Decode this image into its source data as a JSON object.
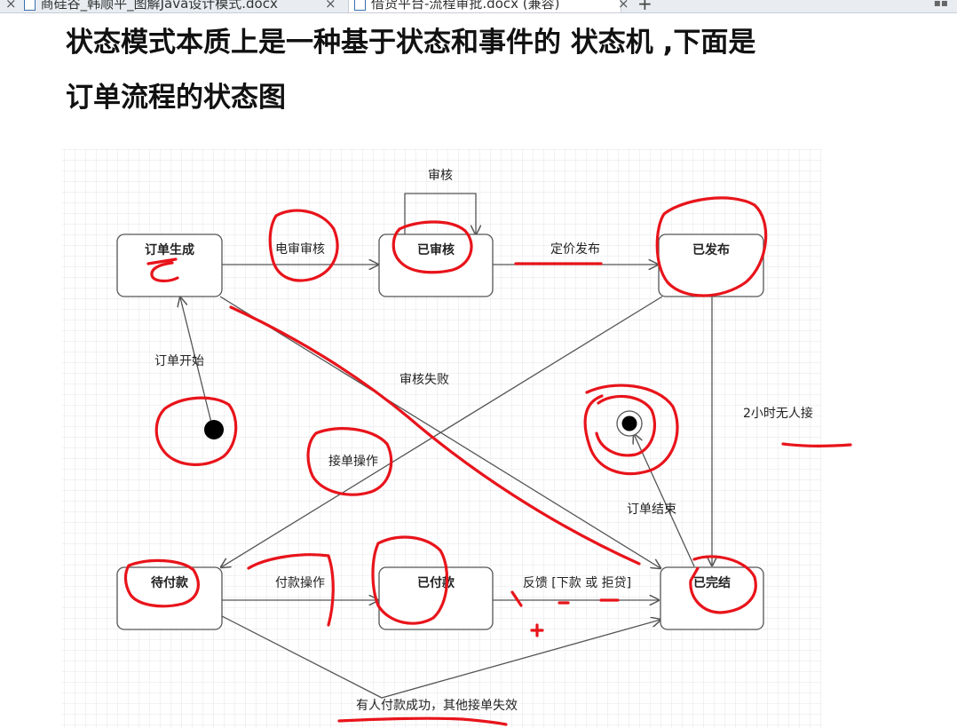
{
  "tabs": [
    {
      "label": "商硅谷_韩顺平_图解Java设计模式.docx",
      "active": false
    },
    {
      "label": "借货平台-流程审批.docx (兼容)",
      "active": true
    }
  ],
  "heading": {
    "line1": "状态模式本质上是一种基于状态和事件的 状态机 ,下面是",
    "line2": "订单流程的状态图"
  },
  "diagram": {
    "states": {
      "order_created": "订单生成",
      "reviewed": "已审核",
      "published": "已发布",
      "pending_payment": "待付款",
      "paid": "已付款",
      "completed": "已完结"
    },
    "transitions": {
      "review_self": "审核",
      "ecommerce_review": "电审审核",
      "pricing_publish": "定价发布",
      "order_start": "订单开始",
      "review_fail": "审核失败",
      "take_order": "接单操作",
      "no_taker_2h": "2小时无人接",
      "order_end": "订单结束",
      "payment_op": "付款操作",
      "feedback": "反馈 [下款 或 拒贷]",
      "others_invalid": "有人付款成功，其他接单失效"
    }
  },
  "colors": {
    "grid": "#e6e6e6",
    "box_border": "#555555",
    "box_fill": "#ffffff",
    "arrow": "#555555",
    "annotation_red": "#e8141b"
  }
}
